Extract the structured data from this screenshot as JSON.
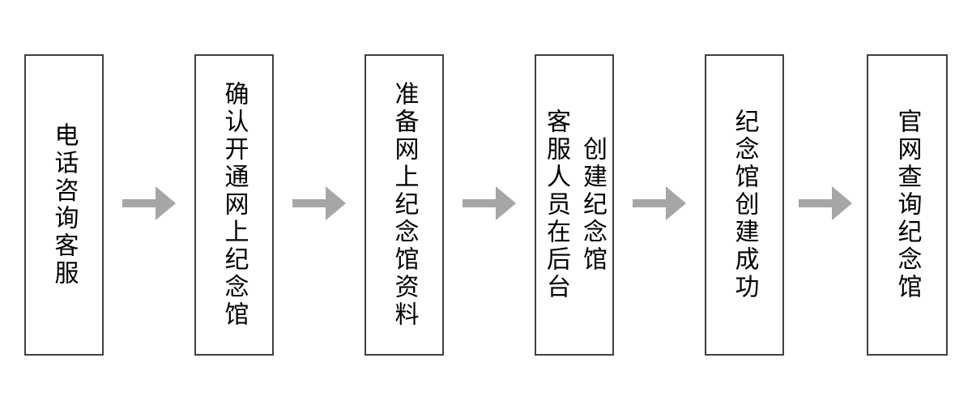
{
  "flow": {
    "title": "memorial-hall-creation-flowchart",
    "direction": "left-to-right",
    "steps": [
      {
        "id": 1,
        "label": "电话咨询客服"
      },
      {
        "id": 2,
        "label": "确认开通网上纪念馆"
      },
      {
        "id": 3,
        "label": "准备网上纪念馆资料"
      },
      {
        "id": 4,
        "label": "客服人员在后台\n创建纪念馆"
      },
      {
        "id": 5,
        "label": "纪念馆创建成功"
      },
      {
        "id": 6,
        "label": "官网查询纪念馆"
      }
    ],
    "connector": "right-arrow",
    "colors": {
      "background": "#ffffff",
      "box_border": "#404040",
      "box_fill": "#ffffff",
      "text": "#000000",
      "arrow": "#a6a6a6"
    }
  }
}
